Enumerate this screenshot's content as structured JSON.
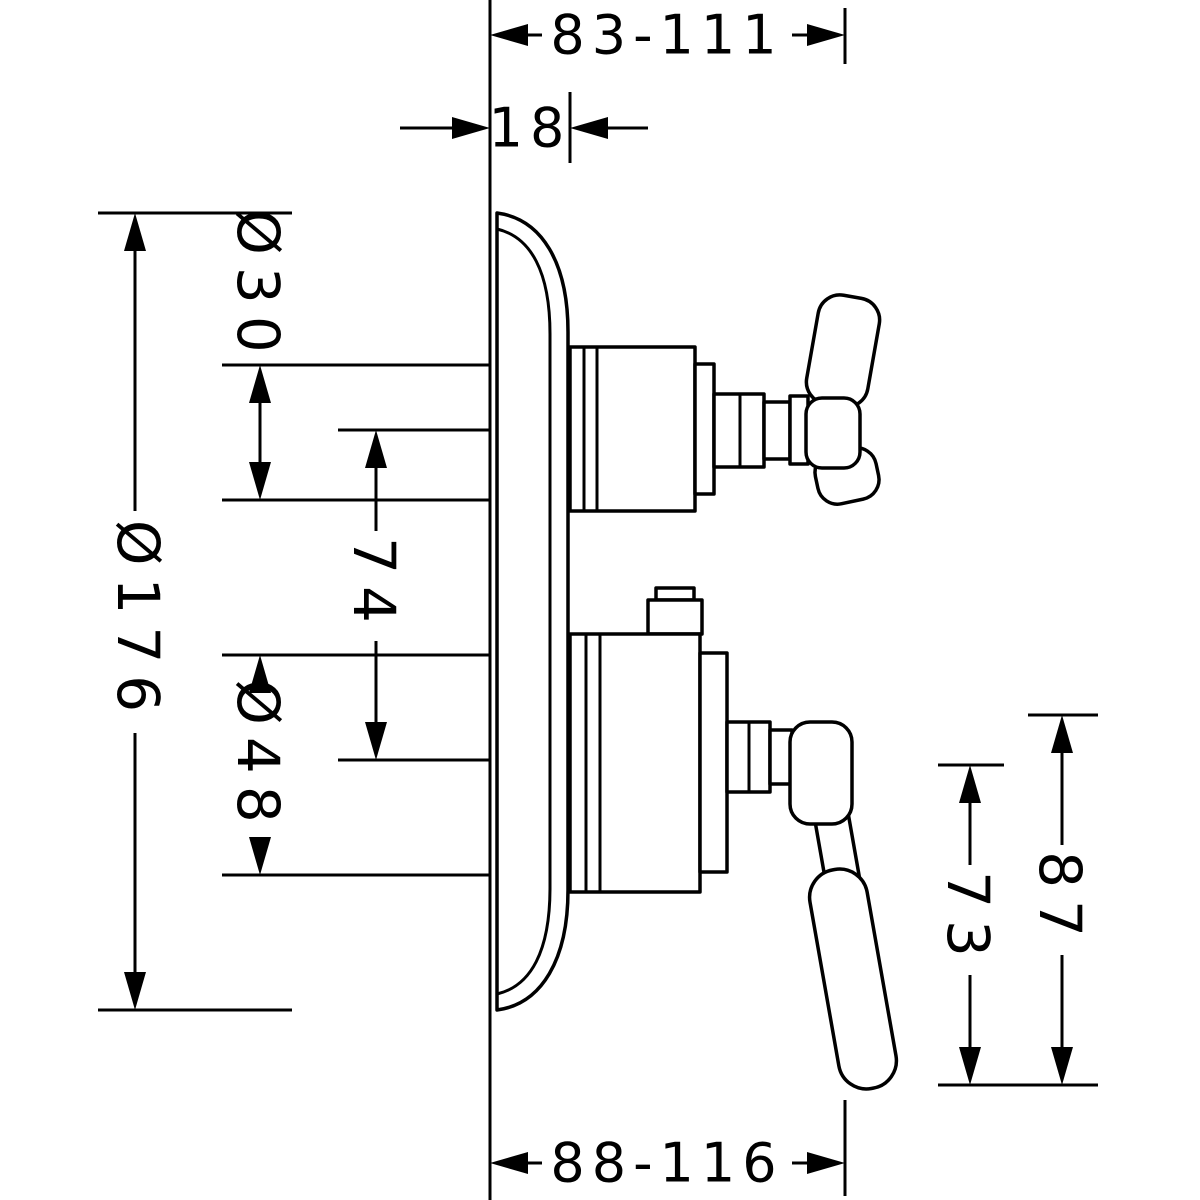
{
  "colors": {
    "line": "#000000",
    "background": "#ffffff"
  },
  "dimensions": {
    "top_range": "83-111",
    "offset_18": "18",
    "dia_176": "Ø176",
    "dia_30": "Ø30",
    "spacing_74": "74",
    "dia_48": "Ø48",
    "proj_73": "73",
    "proj_87": "87",
    "bottom_range": "88-116"
  }
}
